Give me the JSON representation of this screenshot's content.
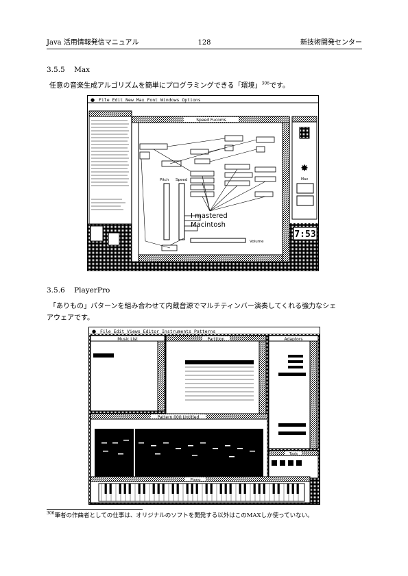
{
  "header": {
    "left": "Java 活用情報発信マニュアル",
    "page_number": "128",
    "right": "新技術開発センター"
  },
  "section1": {
    "number": "3.5.5",
    "title": "Max",
    "text": "任意の音楽生成アルゴリズムを簡単にプログラミングできる「環境」",
    "footnote_ref": "306",
    "text_end": "です。"
  },
  "figure1": {
    "menu_bar": "File  Edit  New  Max  Font  Windows  Options",
    "window_title": "Speed Fucoms",
    "screen_text_line1": "I mastered",
    "screen_text_line2": "Macintosh",
    "label_pitch": "Pitch",
    "label_speed": "Speed",
    "label_volume": "Volume",
    "readout": "7:53",
    "side_label": "Max"
  },
  "section2": {
    "number": "3.5.6",
    "title": "PlayerPro",
    "text_line1": "「ありもの」パターンを組み合わせて内蔵音源でマルチティンバー演奏してくれる強力なシェ",
    "text_line2": "アウェアです。"
  },
  "figure2": {
    "menu_bar": "File  Edit  Views  Editor  Instruments  Patterns",
    "music_list_title": "Music List",
    "partition_title": "Partition",
    "adaptors_title": "Adaptors",
    "pattern_title": "Pattern 000 Untitled",
    "piano_title": "Piano",
    "tools_title": "Tools"
  },
  "footnote": {
    "number": "306",
    "text": "筆者の作曲者としての仕事は、オリジナルのソフトを開発する以外はこのMAXしか使っていない。"
  }
}
